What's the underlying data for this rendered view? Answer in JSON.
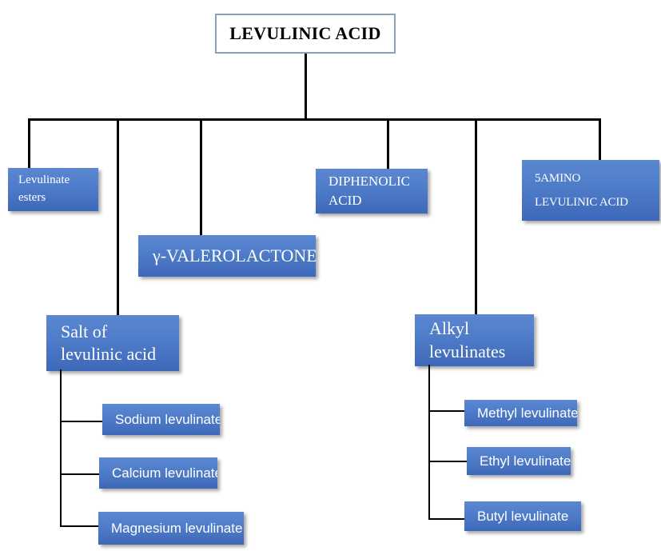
{
  "diagram": {
    "title": "Levulinic acid derivatives tree",
    "root": {
      "label": "LEVULINIC ACID"
    },
    "colors": {
      "node_blue_light": "#5b87d1",
      "node_blue_dark": "#3d68b8",
      "root_border": "#8ea0b6",
      "root_fill": "#ffffff",
      "connector": "#000000",
      "node_text": "#ffffff",
      "root_text": "#000000"
    },
    "level1": [
      {
        "id": "levulinate-esters",
        "label": "Levulinate\nesters",
        "line1": "Levulinate",
        "line2": "esters"
      },
      {
        "id": "salt-of-levulinic-acid",
        "label": "Salt of\nlevulinic acid",
        "line1": "Salt of",
        "line2": "levulinic acid"
      },
      {
        "id": "gamma-valerolactone",
        "label": "γ-VALEROLACTONE",
        "line1": "γ-VALEROLACTONE",
        "line2": ""
      },
      {
        "id": "diphenolic-acid",
        "label": "DIPHENOLIC\nACID",
        "line1": "DIPHENOLIC",
        "line2": "ACID"
      },
      {
        "id": "alkyl-levulinates",
        "label": "Alkyl\nlevulinates",
        "line1": "Alkyl",
        "line2": "levulinates"
      },
      {
        "id": "5-amino-levulinic-acid",
        "label": "5AMINO\nLEVULINIC ACID",
        "line1": "5AMINO",
        "line2": "LEVULINIC ACID"
      }
    ],
    "salt_children": [
      {
        "id": "sodium-levulinate",
        "label": "Sodium levulinate"
      },
      {
        "id": "calcium-levulinate",
        "label": "Calcium levulinate"
      },
      {
        "id": "magnesium-levulinate",
        "label": "Magnesium levulinate"
      }
    ],
    "alkyl_children": [
      {
        "id": "methyl-levulinate",
        "label": "Methyl levulinate"
      },
      {
        "id": "ethyl-levulinate",
        "label": "Ethyl levulinate"
      },
      {
        "id": "butyl-levulinate",
        "label": "Butyl levulinate"
      }
    ]
  }
}
